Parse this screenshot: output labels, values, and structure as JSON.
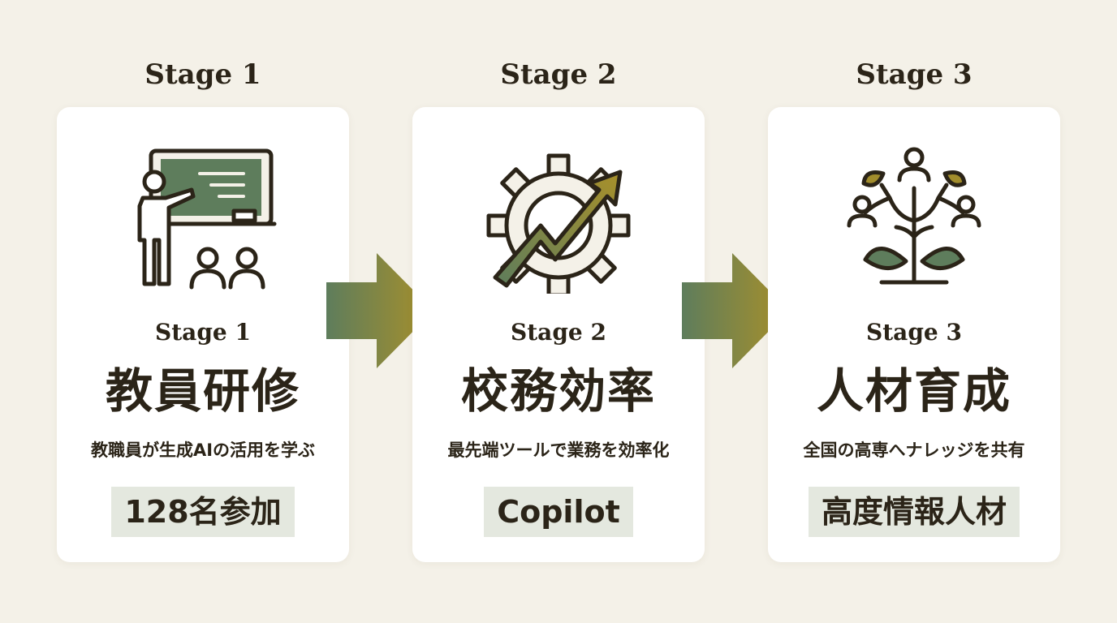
{
  "stages": [
    {
      "title": "Stage 1",
      "card_stage": "Stage 1",
      "heading": "教員研修",
      "description": "教職員が生成AIの活用を学ぶ",
      "badge": "128名参加",
      "icon": "teacher-classroom-icon"
    },
    {
      "title": "Stage 2",
      "card_stage": "Stage 2",
      "heading": "校務効率",
      "description": "最先端ツールで業務を効率化",
      "badge": "Copilot",
      "icon": "gear-growth-arrow-icon"
    },
    {
      "title": "Stage 3",
      "card_stage": "Stage 3",
      "heading": "人材育成",
      "description": "全国の高専へナレッジを共有",
      "badge": "高度情報人材",
      "icon": "growing-tree-people-icon"
    }
  ],
  "colors": {
    "background": "#f4f1e8",
    "card": "#ffffff",
    "text": "#2b2418",
    "green": "#5e7d5c",
    "olive": "#a28d2c",
    "badge_bg": "#e4e8df"
  }
}
